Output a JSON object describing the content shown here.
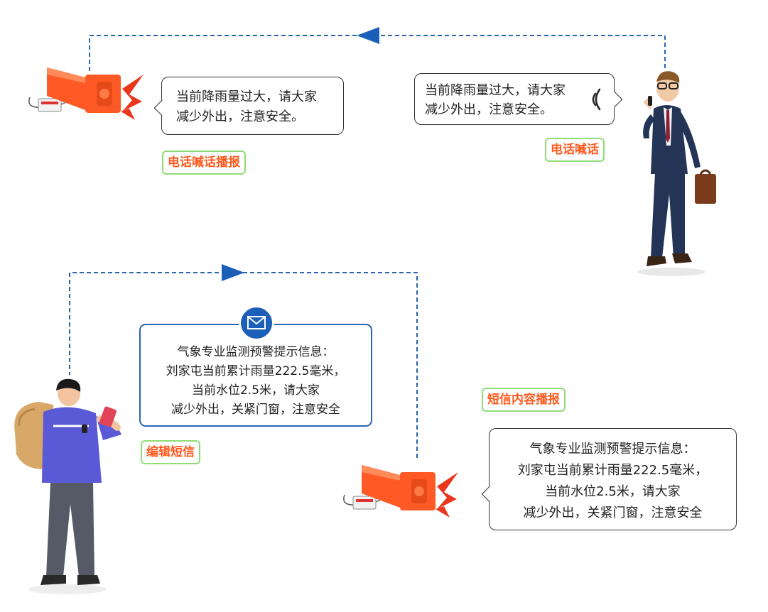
{
  "top_left_bubble": {
    "lines": [
      "当前降雨量过大，请大家",
      "减少外出，注意安全。"
    ]
  },
  "top_right_bubble": {
    "lines": [
      "当前降雨量过大，请大家",
      "减少外出，注意安全。"
    ]
  },
  "labels": {
    "phone_broadcast": "电话喊话播报",
    "phone_call": "电话喊话",
    "edit_sms": "编辑短信",
    "sms_broadcast": "短信内容播报"
  },
  "sms_message": {
    "lines": [
      "气象专业监测预警提示信息：",
      "刘家屯当前累计雨量222.5毫米，",
      "当前水位2.5米，请大家",
      "减少外出，关紧门窗，注意安全"
    ]
  },
  "bottom_right_bubble": {
    "lines": [
      "气象专业监测预警提示信息：",
      "刘家屯当前累计雨量222.5毫米，",
      "当前水位2.5米，请大家",
      "减少外出，关紧门窗，注意安全"
    ]
  },
  "colors": {
    "flow_line": "#2b66b1",
    "label_text": "#ff5a1f",
    "label_border": "#8fdc78",
    "speaker": "#ff5a26"
  },
  "icons": [
    "speaker-icon",
    "sound-wave-icon",
    "mail-icon",
    "businessman-figure",
    "student-figure"
  ]
}
